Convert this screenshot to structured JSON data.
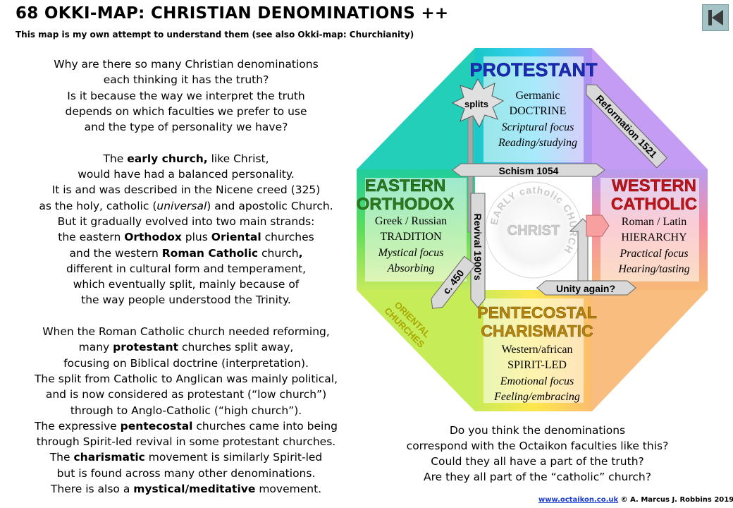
{
  "header": {
    "title": "68 OKKI-MAP: CHRISTIAN DENOMINATIONS ++",
    "subtitle": "This map is my own attempt to understand them (see also Okki-map: Churchianity)",
    "back_icon": "skip-back-icon",
    "back_button_color": "#a3c3c7"
  },
  "left_text": {
    "p1": [
      "Why are there so many Christian  denominations",
      "each thinking it has the truth?",
      "Is it because the way we interpret the truth",
      "depends on which faculties we prefer to use",
      "and the type of personality we have?"
    ],
    "p2": {
      "l1_a": "The ",
      "l1_b": "early church,",
      "l1_c": " like Christ,",
      "l2": "would have had a balanced personality.",
      "l3": "It is and was described in the Nicene creed (325)",
      "l4_a": "as the holy, catholic (",
      "l4_b": "universal",
      "l4_c": ") and apostolic Church.",
      "l5": "But it gradually evolved into two main strands:",
      "l6_a": "the eastern ",
      "l6_b": "Orthodox",
      "l6_c": " plus ",
      "l6_d": "Oriental",
      "l6_e": " churches",
      "l7_a": "and the western ",
      "l7_b": "Roman Catholic",
      "l7_c": " church",
      "l7_d": ",",
      "l8": "different in cultural form and temperament,",
      "l9": "which eventually split, mainly because of",
      "l10": "the way people understood the Trinity."
    },
    "p3": {
      "l1": "When the Roman Catholic church needed reforming,",
      "l2_a": "many ",
      "l2_b": "protestant",
      "l2_c": " churches split away,",
      "l3": "focusing on Biblical doctrine (interpretation).",
      "l4": "The split from Catholic to Anglican was mainly political,",
      "l5": "and is now considered as protestant (“low church”)",
      "l6": "through to Anglo-Catholic (“high church”).",
      "l7_a": "The expressive ",
      "l7_b": "pentecostal",
      "l7_c": " churches came into being",
      "l8": "through Spirit-led revival in some protestant churches.",
      "l9_a": "The ",
      "l9_b": "charismatic",
      "l9_c": " movement is similarly Spirit-led",
      "l10": "but is found across many other denominations.",
      "l11_a": "There is also a ",
      "l11_b": "mystical/meditative",
      "l11_c": " movement."
    }
  },
  "diagram": {
    "protestant": {
      "name": "PROTESTANT",
      "color": "#1a2bb8",
      "lines": [
        "Germanic",
        "DOCTRINE"
      ],
      "focus": "Scriptural focus",
      "activity": "Reading/studying"
    },
    "eastern": {
      "name_1": "EASTERN",
      "name_2": "ORTHODOX",
      "color": "#2a7a1e",
      "lines": [
        "Greek / Russian",
        "TRADITION"
      ],
      "focus": "Mystical focus",
      "activity": "Absorbing"
    },
    "western": {
      "name_1": "WESTERN",
      "name_2": "CATHOLIC",
      "color": "#c0141a",
      "lines": [
        "Roman / Latin",
        "HIERARCHY"
      ],
      "focus": "Practical focus",
      "activity": "Hearing/tasting"
    },
    "pentecostal": {
      "name_1": "PENTECOSTAL",
      "name_2": "CHARISMATIC",
      "color": "#b8860b",
      "lines": [
        "Western/african",
        "SPIRIT-LED"
      ],
      "focus": "Emotional focus",
      "activity": "Feeling/embracing"
    },
    "oriental_1": "ORIENTAL",
    "oriental_2": "CHURCHES",
    "oriental_color": "#a8a800",
    "center_ring": "EARLY catholic CHURCH",
    "center_word": "CHRIST",
    "labels": {
      "splits": "splits",
      "reformation": "Reformation 1521",
      "schism": "Schism 1054",
      "revival": "Revival 1900's",
      "c450": "c. 450",
      "unity": "Unity again?"
    }
  },
  "questions": [
    "Do you think the denominations",
    "correspond with the Octaikon faculties like this?",
    "Could they all have a part of the truth?",
    "Are they all part of the “catholic” church?"
  ],
  "footer": {
    "link": "www.octaikon.co.uk",
    "credit": " © A. Marcus J. Robbins 2019"
  }
}
